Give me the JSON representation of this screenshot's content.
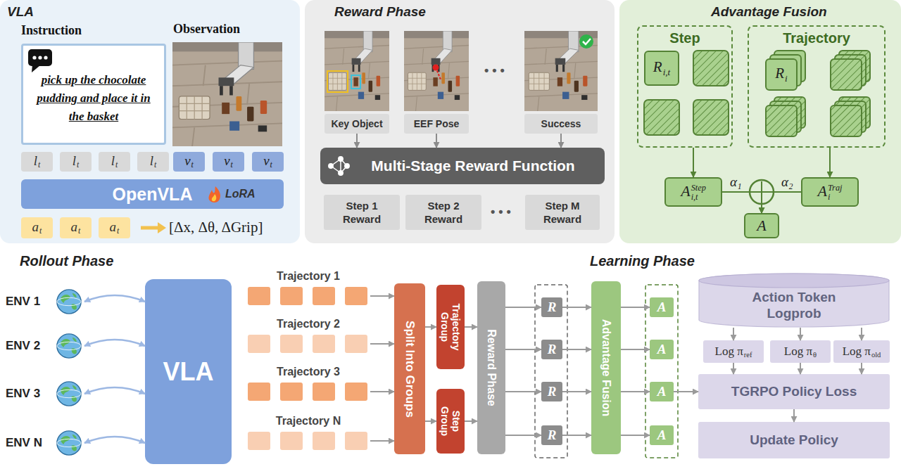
{
  "diagram": {
    "nodes": [
      {
        "text": [
          "VLA"
        ]
      },
      {
        "text": [
          "Instruction",
          "pick up the chocolate pudding and place it in the basket"
        ],
        "in": 0
      },
      {
        "text": [
          "Observation"
        ],
        "in": 0
      },
      {
        "text": [
          "l",
          "t"
        ],
        "in": 0
      },
      {
        "text": [
          "l",
          "t"
        ],
        "in": 0
      },
      {
        "text": [
          "l",
          "t"
        ],
        "in": 0
      },
      {
        "text": [
          "l",
          "t"
        ],
        "in": 0
      },
      {
        "text": [
          "v",
          "t"
        ],
        "in": 0
      },
      {
        "text": [
          "v",
          "t"
        ],
        "in": 0
      },
      {
        "text": [
          "v",
          "t"
        ],
        "in": 0
      },
      {
        "text": [
          "OpenVLA",
          "LoRA"
        ],
        "in": 0
      },
      {
        "text": [
          "a",
          "t"
        ],
        "in": 0
      },
      {
        "text": [
          "a",
          "t"
        ],
        "in": 0
      },
      {
        "text": [
          "a",
          "t"
        ],
        "in": 0
      },
      {
        "text": [
          "Reward Phase"
        ]
      },
      {
        "text": [
          "Key Object"
        ],
        "in": 14
      },
      {
        "text": [
          "EEF Pose"
        ],
        "in": 14
      },
      {
        "text": [
          "Success"
        ],
        "in": 14
      },
      {
        "text": [
          "Multi-Stage Reward Function"
        ],
        "in": 14
      },
      {
        "text": [
          "Step 1 Reward"
        ],
        "in": 14
      },
      {
        "text": [
          "Step 2 Reward"
        ],
        "in": 14
      },
      {
        "text": [
          "Step M Reward"
        ],
        "in": 14
      },
      {
        "text": [
          "Advantage Fusion"
        ]
      },
      {
        "text": [
          "Step"
        ],
        "in": 22
      },
      {
        "text": [
          "R",
          "i,t"
        ],
        "in": 23
      },
      {
        "text": [
          "Trajectory"
        ],
        "in": 22
      },
      {
        "text": [
          "R",
          "i"
        ],
        "in": 25
      },
      {
        "text": [
          "A",
          "Step",
          "i,t"
        ],
        "in": 22
      },
      {
        "text": [
          "A",
          "Traj",
          "i"
        ],
        "in": 22
      },
      {
        "text": [
          "A"
        ],
        "in": 22
      },
      {
        "text": [
          "ENV 1"
        ]
      },
      {
        "text": [
          "ENV 2"
        ]
      },
      {
        "text": [
          "ENV 3"
        ]
      },
      {
        "text": [
          "ENV N"
        ]
      },
      {
        "text": [
          "VLA"
        ]
      },
      {
        "text": [
          "Trajectory 1"
        ]
      },
      {
        "text": [
          "Trajectory 2"
        ]
      },
      {
        "text": [
          "Trajectory 3"
        ]
      },
      {
        "text": [
          "Trajectory N"
        ]
      },
      {
        "text": [
          "Split Into Groups"
        ]
      },
      {
        "text": [
          "Trajectory Group"
        ]
      },
      {
        "text": [
          "Step Group"
        ]
      },
      {
        "text": [
          "Reward Phase"
        ]
      },
      {
        "text": [
          "R"
        ]
      },
      {
        "text": [
          "R"
        ]
      },
      {
        "text": [
          "R"
        ]
      },
      {
        "text": [
          "R"
        ]
      },
      {
        "text": [
          "Advantage Fusion"
        ]
      },
      {
        "text": [
          "A"
        ]
      },
      {
        "text": [
          "A"
        ]
      },
      {
        "text": [
          "A"
        ]
      },
      {
        "text": [
          "A"
        ]
      },
      {
        "text": [
          "Action Token Logprob"
        ]
      },
      {
        "text": [
          "Log π",
          "ref"
        ]
      },
      {
        "text": [
          "Log π",
          "θ"
        ]
      },
      {
        "text": [
          "Log π",
          "old"
        ]
      },
      {
        "text": [
          "TGRPO Policy Loss"
        ]
      },
      {
        "text": [
          "Update Policy"
        ]
      }
    ],
    "edges": [
      {
        "from": 15,
        "to": 18,
        "arrow": "to"
      },
      {
        "from": 16,
        "to": 18,
        "arrow": "to"
      },
      {
        "from": 17,
        "to": 18,
        "arrow": "to"
      },
      {
        "from": 23,
        "to": 27,
        "arrow": "to"
      },
      {
        "from": 25,
        "to": 28,
        "arrow": "to"
      },
      {
        "from": 27,
        "to": 29,
        "arrow": "to",
        "label": "α₁"
      },
      {
        "from": 28,
        "to": 29,
        "arrow": "to",
        "label": "α₂"
      },
      {
        "from": 30,
        "to": 34,
        "arrow": "both"
      },
      {
        "from": 31,
        "to": 34,
        "arrow": "both"
      },
      {
        "from": 32,
        "to": 34,
        "arrow": "both"
      },
      {
        "from": 33,
        "to": 34,
        "arrow": "both"
      },
      {
        "from": 35,
        "to": 39,
        "arrow": "to"
      },
      {
        "from": 36,
        "to": 39,
        "arrow": "to"
      },
      {
        "from": 37,
        "to": 39,
        "arrow": "to"
      },
      {
        "from": 38,
        "to": 39,
        "arrow": "to"
      },
      {
        "from": 39,
        "to": 40,
        "arrow": "to"
      },
      {
        "from": 39,
        "to": 41,
        "arrow": "to"
      },
      {
        "from": 40,
        "to": 42,
        "arrow": "to"
      },
      {
        "from": 41,
        "to": 42,
        "arrow": "to"
      },
      {
        "from": 42,
        "to": 43,
        "arrow": "to"
      },
      {
        "from": 42,
        "to": 44,
        "arrow": "to"
      },
      {
        "from": 42,
        "to": 45,
        "arrow": "to"
      },
      {
        "from": 42,
        "to": 46,
        "arrow": "to"
      },
      {
        "from": 43,
        "to": 47,
        "arrow": "to"
      },
      {
        "from": 44,
        "to": 47,
        "arrow": "to"
      },
      {
        "from": 45,
        "to": 47,
        "arrow": "to"
      },
      {
        "from": 46,
        "to": 47,
        "arrow": "to"
      },
      {
        "from": 47,
        "to": 48,
        "arrow": "to"
      },
      {
        "from": 47,
        "to": 49,
        "arrow": "to"
      },
      {
        "from": 47,
        "to": 50,
        "arrow": "to"
      },
      {
        "from": 47,
        "to": 51,
        "arrow": "to"
      },
      {
        "from": 50,
        "to": 56,
        "arrow": "to"
      },
      {
        "from": 52,
        "to": 53,
        "arrow": "to"
      },
      {
        "from": 52,
        "to": 54,
        "arrow": "to"
      },
      {
        "from": 52,
        "to": 55,
        "arrow": "to"
      },
      {
        "from": 53,
        "to": 56,
        "arrow": "to"
      },
      {
        "from": 54,
        "to": 56,
        "arrow": "to"
      },
      {
        "from": 55,
        "to": 56,
        "arrow": "to"
      },
      {
        "from": 56,
        "to": 57,
        "arrow": "to"
      }
    ],
    "labels": [
      "[Δx, Δθ, ΔGrip]",
      "• • •",
      "• • •",
      "Rollout Phase",
      "Learning Phase"
    ]
  }
}
